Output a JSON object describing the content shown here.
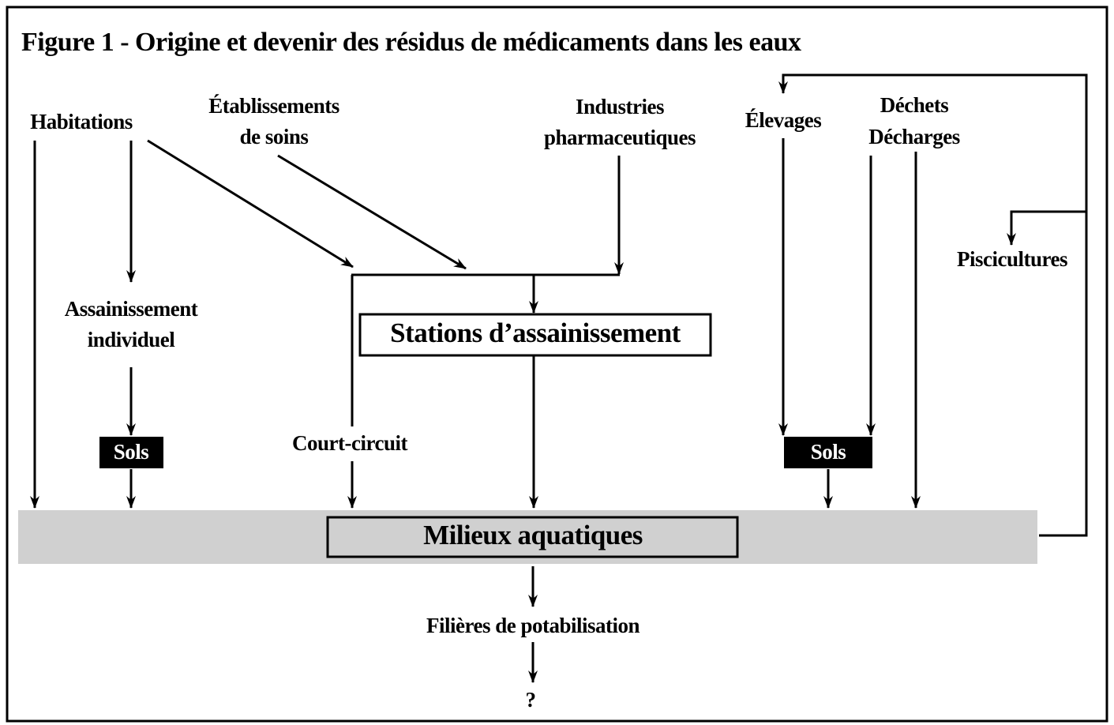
{
  "figure": {
    "title": "Figure 1 - Origine et devenir des résidus de médicaments dans les eaux"
  },
  "sources": {
    "habitations": "Habitations",
    "etablissements_line1": "Établissements",
    "etablissements_line2": "de soins",
    "industries_line1": "Industries",
    "industries_line2": "pharmaceutiques",
    "elevages": "Élevages",
    "dechets_line1": "Déchets",
    "dechets_line2": "Décharges",
    "piscicultures": "Piscicultures"
  },
  "nodes": {
    "assainissement_line1": "Assainissement",
    "assainissement_line2": "individuel",
    "sols_left": "Sols",
    "sols_right": "Sols",
    "court_circuit": "Court-circuit",
    "stations": "Stations d’assainissement",
    "milieux": "Milieux aquatiques",
    "filieres": "Filières de potabilisation",
    "question": "?"
  },
  "colors": {
    "line": "#000000",
    "band": "#d0d0d0",
    "sols_bg": "#000000",
    "sols_text": "#ffffff"
  }
}
